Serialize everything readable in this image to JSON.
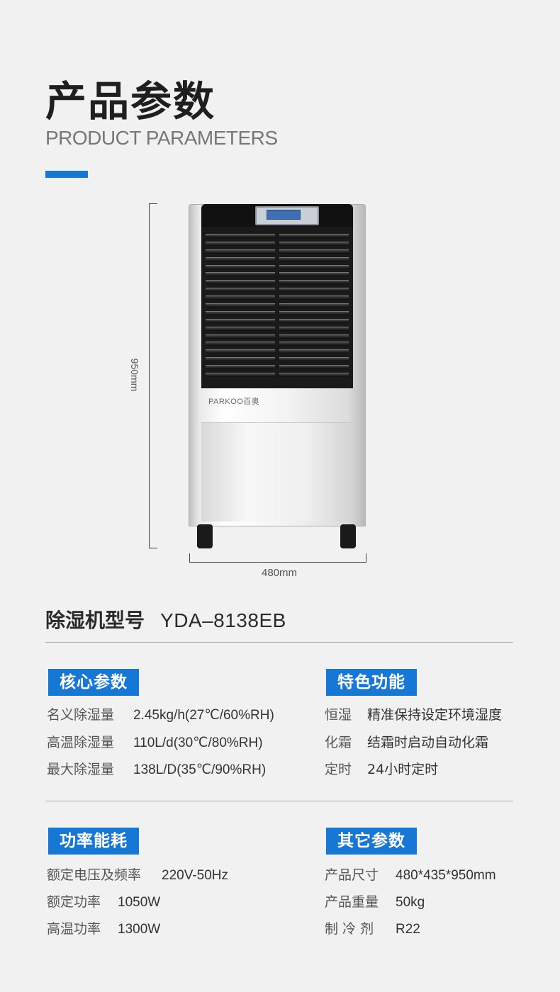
{
  "header": {
    "title_cn": "产品参数",
    "title_en": "PRODUCT PARAMETERS",
    "accent_color": "#1677d4"
  },
  "product": {
    "height_label": "950mm",
    "width_label": "480mm",
    "brand": "PARKOO百奥"
  },
  "model": {
    "label": "除湿机型号",
    "value": "YDA–8138EB"
  },
  "sections": {
    "core": {
      "title": "核心参数",
      "rows": [
        {
          "key": "名义除湿量",
          "value": "2.45kg/h(27℃/60%RH)"
        },
        {
          "key": "高温除湿量",
          "value": "110L/d(30℃/80%RH)"
        },
        {
          "key": "最大除湿量",
          "value": "138L/D(35℃/90%RH)"
        }
      ]
    },
    "features": {
      "title": "特色功能",
      "rows": [
        {
          "key": "恒湿",
          "value": "精准保持设定环境湿度"
        },
        {
          "key": "化霜",
          "value": "结霜时启动自动化霜"
        },
        {
          "key": "定时",
          "value": "24小时定时"
        }
      ]
    },
    "power": {
      "title": "功率能耗",
      "rows": [
        {
          "key": "额定电压及频率",
          "value": "220V-50Hz"
        },
        {
          "key": "额定功率",
          "value": "1050W"
        },
        {
          "key": "高温功率",
          "value": "1300W"
        }
      ]
    },
    "other": {
      "title": "其它参数",
      "rows": [
        {
          "key": "产品尺寸",
          "value": "480*435*950mm"
        },
        {
          "key": "产品重量",
          "value": "50kg"
        },
        {
          "key": "制 冷 剂",
          "value": "R22"
        }
      ]
    }
  }
}
